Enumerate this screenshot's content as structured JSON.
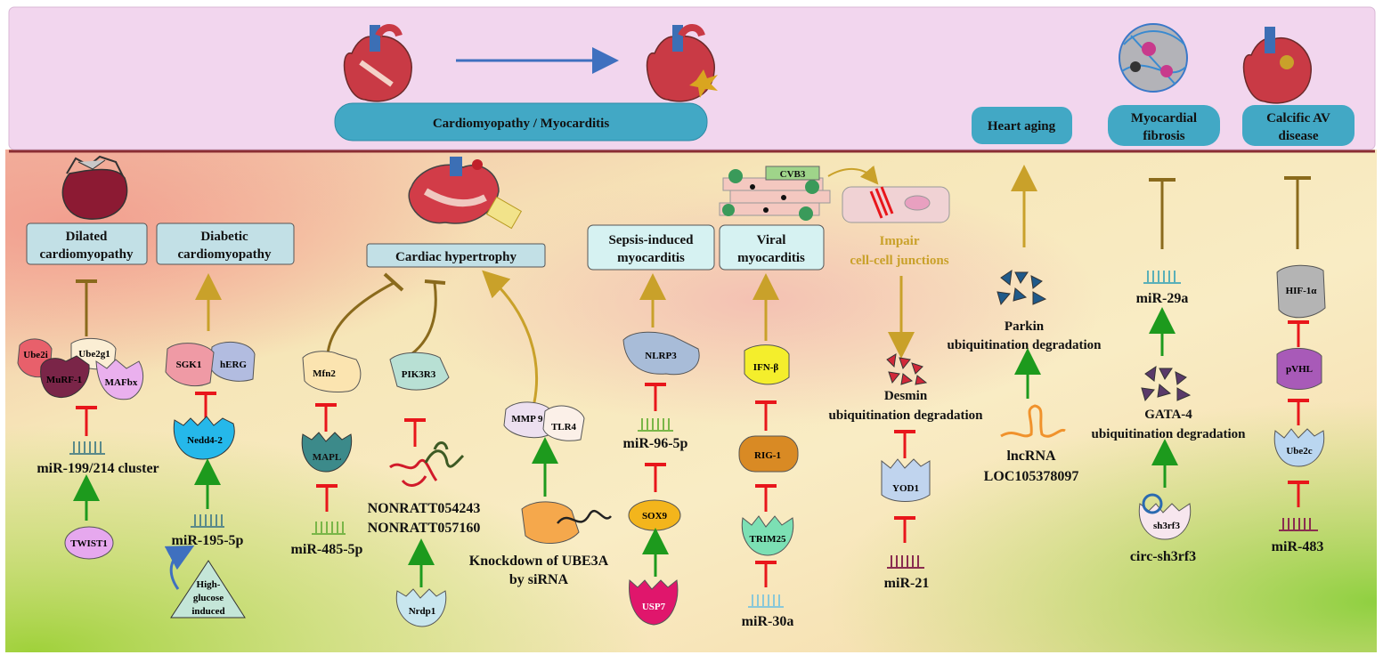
{
  "header": {
    "cardiomyopathy": "Cardiomyopathy / Myocarditis",
    "aging": "Heart aging",
    "fibrosis": [
      "Myocardial",
      "fibrosis"
    ],
    "calcific": [
      "Calcific AV",
      "disease"
    ]
  },
  "labels": {
    "dilated": [
      "Dilated",
      "cardiomyopathy"
    ],
    "diabetic": [
      "Diabetic",
      "cardiomyopathy"
    ],
    "hypertrophy": "Cardiac hypertrophy",
    "sepsis": [
      "Sepsis-induced",
      "myocarditis"
    ],
    "viral": [
      "Viral",
      "myocarditis"
    ],
    "impair": [
      "Impair",
      "cell-cell junctions"
    ],
    "cvb3": "CVB3"
  },
  "proteins": {
    "ube2i": "Ube2i",
    "ube2g1": "Ube2g1",
    "murf1": "MuRF-1",
    "mafbx": "MAFbx",
    "sgk1": "SGK1",
    "herg": "hERG",
    "nedd42": "Nedd4-2",
    "mfn2": "Mfn2",
    "mapl": "MAPL",
    "pik3r3": "PIK3R3",
    "nrdp1": "Nrdp1",
    "mmp9": "MMP 9",
    "tlr4": "TLR4",
    "nlrp3": "NLRP3",
    "sox9": "SOX9",
    "usp7": "USP7",
    "ifnb": "IFN-β",
    "rig1": "RIG-1",
    "trim25": "TRIM25",
    "yod1": "YOD1",
    "hif1a": "HIF-1α",
    "pvhl": "pVHL",
    "ube2c": "Ube2c",
    "twist1": "TWIST1",
    "sh3rf3": "sh3rf3"
  },
  "texts": {
    "mir199": "miR-199/214 cluster",
    "mir195": "miR-195-5p",
    "highglucose": [
      "High-",
      "glucose",
      "induced"
    ],
    "mir485": "miR-485-5p",
    "nonratt": [
      "NONRATT054243",
      "NONRATT057160"
    ],
    "knockdown": [
      "Knockdown of UBE3A",
      "by siRNA"
    ],
    "mir96": "miR-96-5p",
    "mir30a": "miR-30a",
    "desmin": [
      "Desmin",
      "ubiquitination degradation"
    ],
    "mir21": "miR-21",
    "parkin": [
      "Parkin",
      "ubiquitination degradation"
    ],
    "lncrna": [
      "lncRNA",
      "LOC105378097"
    ],
    "mir29a": "miR-29a",
    "gata4": [
      "GATA-4",
      "ubiquitination degradation"
    ],
    "circ": "circ-sh3rf3",
    "mir483": "miR-483"
  },
  "colors": {
    "header_bg": "#f2d6ee",
    "header_pill": "#42a8c5",
    "label_box": "#c2e0e6",
    "activate_gold": "#c9a12a",
    "activate_green": "#1d9a1d",
    "inhibit_red": "#e8161b",
    "inhibit_brown": "#8a6a1c"
  }
}
